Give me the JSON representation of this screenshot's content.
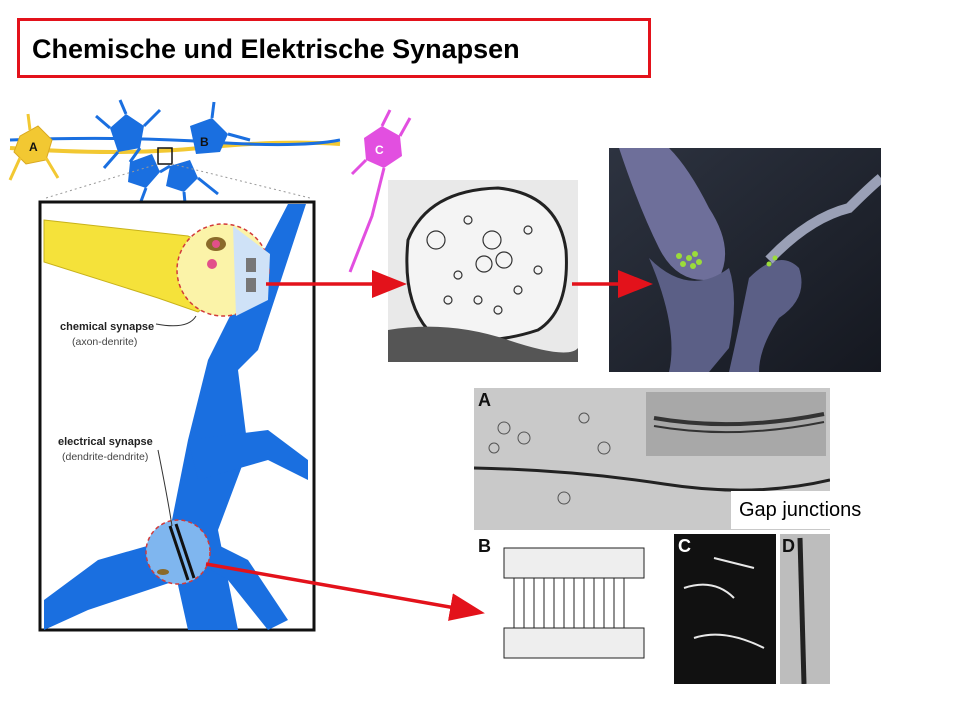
{
  "title": "Chemische und Elektrische Synapsen",
  "neurons": {
    "a": "A",
    "b": "B",
    "c": "C"
  },
  "chemical": {
    "label": "chemical synapse",
    "sub": "(axon-denrite)"
  },
  "electrical": {
    "label": "electrical synapse",
    "sub": "(dendrite-dendrite)"
  },
  "micrograph_letters": {
    "a": "A",
    "b": "B",
    "c": "C",
    "d": "D"
  },
  "gap_label": "Gap junctions",
  "colors": {
    "accent_red": "#e3121b",
    "neuron_blue": "#1a6fe0",
    "neuron_yellow": "#f2c832",
    "neuron_pink": "#e24fe0"
  }
}
